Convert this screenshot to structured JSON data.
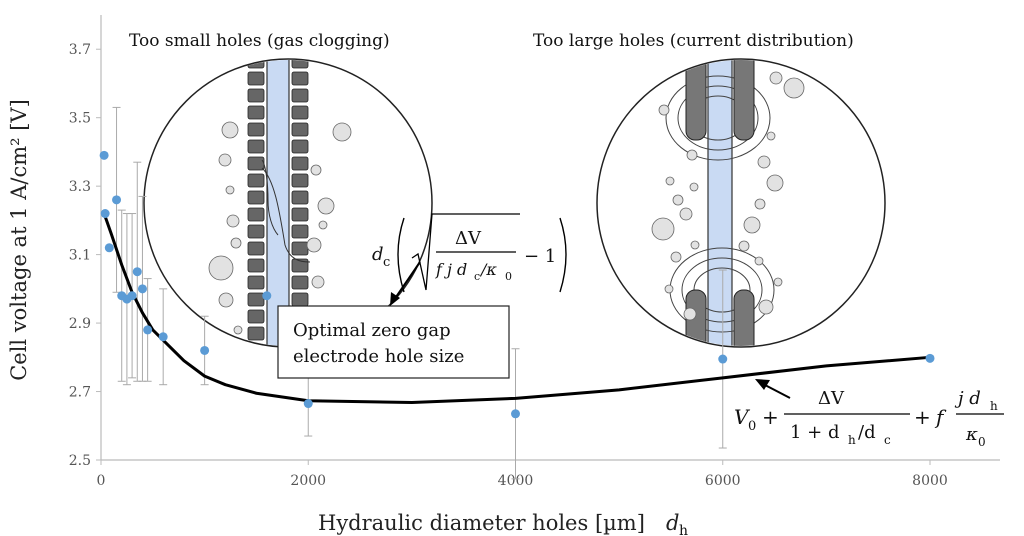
{
  "chart_data": {
    "type": "scatter",
    "xlabel": "Hydraulic diameter holes [µm]",
    "xlabel_symbol": "d",
    "xlabel_symbol_sub": "h",
    "ylabel": "Cell voltage at 1 A/cm²  [V]",
    "xlim": [
      0,
      8000
    ],
    "ylim": [
      2.5,
      3.8
    ],
    "x_ticks": [
      0,
      2000,
      4000,
      6000,
      8000
    ],
    "y_ticks": [
      2.5,
      2.7,
      2.9,
      3.1,
      3.3,
      3.5,
      3.7
    ],
    "y_tick_labels": [
      "2.5",
      "2.7",
      "2.9",
      "3.1",
      "3.3",
      "3.5",
      "3.7"
    ],
    "grid": false,
    "points": [
      {
        "x": 30,
        "y": 3.39,
        "err": 0.0
      },
      {
        "x": 40,
        "y": 3.22,
        "err": 0.0
      },
      {
        "x": 80,
        "y": 3.12,
        "err": 0.0
      },
      {
        "x": 150,
        "y": 3.26,
        "err": 0.27
      },
      {
        "x": 200,
        "y": 2.98,
        "err": 0.25
      },
      {
        "x": 250,
        "y": 2.97,
        "err": 0.25
      },
      {
        "x": 300,
        "y": 2.98,
        "err": 0.24
      },
      {
        "x": 350,
        "y": 3.05,
        "err": 0.32
      },
      {
        "x": 400,
        "y": 3.0,
        "err": 0.27
      },
      {
        "x": 450,
        "y": 2.88,
        "err": 0.15
      },
      {
        "x": 600,
        "y": 2.86,
        "err": 0.14
      },
      {
        "x": 1000,
        "y": 2.82,
        "err": 0.1
      },
      {
        "x": 1600,
        "y": 2.98,
        "err": 0.0
      },
      {
        "x": 2000,
        "y": 2.665,
        "err": 0.095
      },
      {
        "x": 4000,
        "y": 2.635,
        "err": 0.19
      },
      {
        "x": 6000,
        "y": 2.795,
        "err": 0.26
      },
      {
        "x": 8000,
        "y": 2.797,
        "err": 0.0
      }
    ],
    "fit_curve": [
      {
        "x": 30,
        "y": 3.22
      },
      {
        "x": 100,
        "y": 3.16
      },
      {
        "x": 200,
        "y": 3.07
      },
      {
        "x": 300,
        "y": 2.99
      },
      {
        "x": 400,
        "y": 2.93
      },
      {
        "x": 500,
        "y": 2.88
      },
      {
        "x": 600,
        "y": 2.85
      },
      {
        "x": 800,
        "y": 2.79
      },
      {
        "x": 1000,
        "y": 2.745
      },
      {
        "x": 1200,
        "y": 2.72
      },
      {
        "x": 1500,
        "y": 2.695
      },
      {
        "x": 2000,
        "y": 2.673
      },
      {
        "x": 3000,
        "y": 2.668
      },
      {
        "x": 4000,
        "y": 2.68
      },
      {
        "x": 5000,
        "y": 2.705
      },
      {
        "x": 6000,
        "y": 2.74
      },
      {
        "x": 7000,
        "y": 2.775
      },
      {
        "x": 8000,
        "y": 2.8
      }
    ],
    "annotations": {
      "inset_left_title": "Too small holes (gas clogging)",
      "inset_right_title": "Too large holes (current distribution)",
      "box_line1": "Optimal zero gap",
      "box_line2": "electrode hole size"
    },
    "formula_optimal": {
      "d": "d",
      "c": "c",
      "dV": "ΔV",
      "den_f": "f j d",
      "den_kappa": "/κ",
      "zero": "0",
      "minus_one": "− 1"
    },
    "formula_curve": {
      "V": "V",
      "zero": "0",
      "plus1": "+",
      "plus2": "+",
      "f": "f",
      "dV": "ΔV",
      "den_1": "1 + d",
      "h": "h",
      "slash_d": "/d",
      "c": "c",
      "jd": "j d",
      "kappa": "κ"
    },
    "colors": {
      "points": "#5b9bd5",
      "curve": "#000000",
      "errorbars": "#aaaaaa",
      "membrane": "#c9daf3",
      "electrode": "#555555",
      "bubbles": "#dddddd"
    }
  }
}
